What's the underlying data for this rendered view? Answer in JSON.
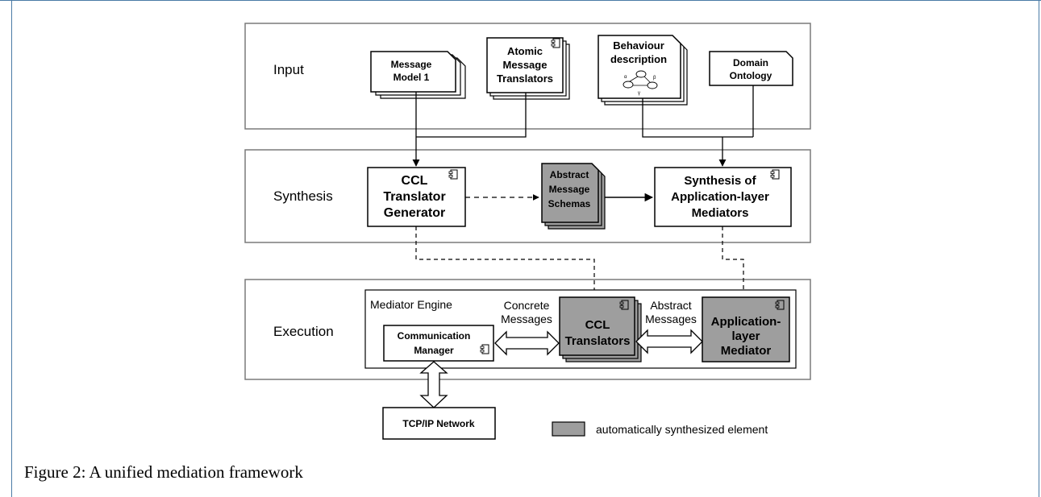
{
  "layers": {
    "input": "Input",
    "synthesis": "Synthesis",
    "execution": "Execution"
  },
  "inputs": {
    "message_model": [
      "Message",
      "Model 1"
    ],
    "atomic_translators": [
      "Atomic",
      "Message",
      "Translators"
    ],
    "behaviour": [
      "Behaviour",
      "description"
    ],
    "behaviour_symbols": {
      "alpha": "α",
      "beta": "β",
      "gamma": "γ"
    },
    "domain_ontology": [
      "Domain",
      "Ontology"
    ]
  },
  "synthesis": {
    "ccl_generator": [
      "CCL",
      "Translator",
      "Generator"
    ],
    "abstract_schemas": [
      "Abstract",
      "Message",
      "Schemas"
    ],
    "mediator_synthesis": [
      "Synthesis of",
      "Application-layer",
      "Mediators"
    ]
  },
  "execution": {
    "engine_label": "Mediator Engine",
    "comm_manager": [
      "Communication",
      "Manager"
    ],
    "concrete_messages": [
      "Concrete",
      "Messages"
    ],
    "ccl_translators": [
      "CCL",
      "Translators"
    ],
    "abstract_messages": [
      "Abstract",
      "Messages"
    ],
    "app_mediator": [
      "Application-",
      "layer",
      "Mediator"
    ]
  },
  "network": "TCP/IP Network",
  "legend": "automatically synthesized element",
  "caption": "Figure 2: A unified mediation framework",
  "colors": {
    "synthesized_fill": "#9e9e9e",
    "frame_border": "#4a7ba6",
    "layer_border": "#7a7a7a"
  }
}
